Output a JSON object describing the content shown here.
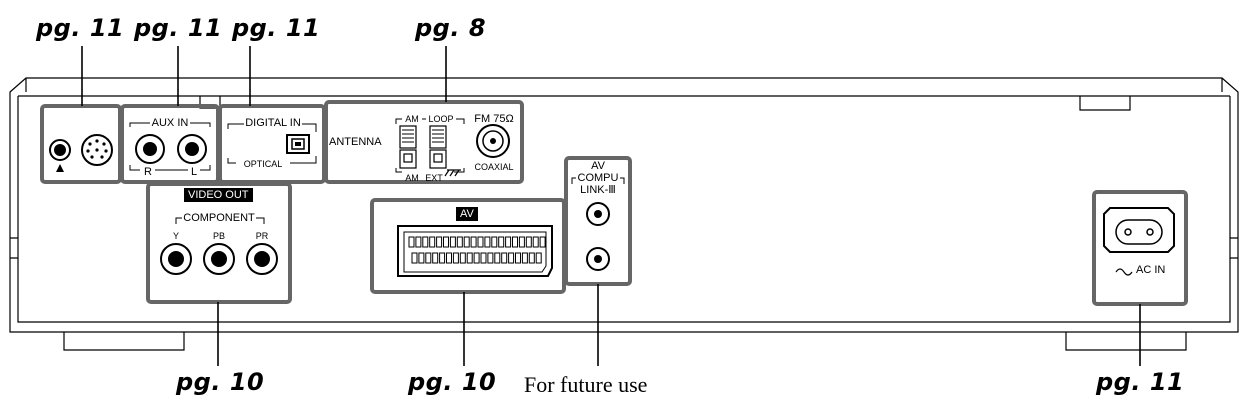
{
  "callouts": {
    "top": [
      "pg. 11",
      "pg. 11",
      "pg. 11",
      "pg. 8"
    ],
    "bottom": [
      "pg. 10",
      "pg. 10",
      "pg. 11"
    ],
    "future": "For future use"
  },
  "panel": {
    "aux_in": "AUX IN",
    "aux_r": "R",
    "aux_l": "L",
    "digital_in": "DIGITAL IN",
    "optical": "OPTICAL",
    "antenna": "ANTENNA",
    "am": "AM",
    "loop": "LOOP",
    "am_ext": "AM",
    "ext": "EXT",
    "fm": "FM 75Ω",
    "coaxial": "COAXIAL",
    "video_out": "VIDEO OUT",
    "component": "COMPONENT",
    "y": "Y",
    "pb": "PB",
    "pr": "PR",
    "av": "AV",
    "compulink_av": "AV",
    "compulink_compu": "COMPU",
    "compulink_link": "LINK-Ⅲ",
    "ac_in": "AC IN"
  }
}
